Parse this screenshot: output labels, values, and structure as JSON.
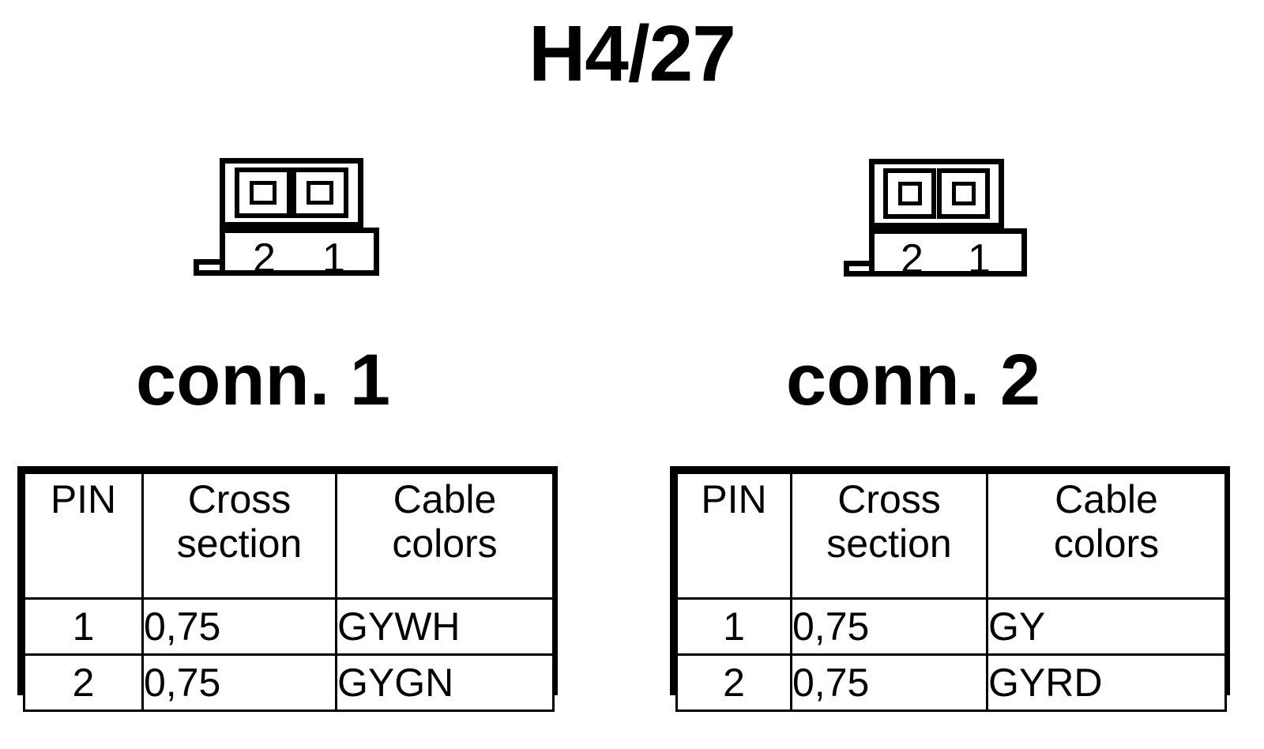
{
  "title": "H4/27",
  "connectors": [
    {
      "id": "conn1",
      "caption": "conn. 1",
      "symbol": {
        "pin_labels": [
          "2",
          "1"
        ],
        "cavity_count": 2
      },
      "table": {
        "headers": {
          "pin": "PIN",
          "cross_line1": "Cross",
          "cross_line2": "section",
          "colors_line1": "Cable",
          "colors_line2": "colors"
        },
        "rows": [
          {
            "pin": "1",
            "cross_section": "0,75",
            "cable_colors": "GYWH"
          },
          {
            "pin": "2",
            "cross_section": "0,75",
            "cable_colors": "GYGN"
          }
        ]
      }
    },
    {
      "id": "conn2",
      "caption": "conn. 2",
      "symbol": {
        "pin_labels": [
          "2",
          "1"
        ],
        "cavity_count": 2
      },
      "table": {
        "headers": {
          "pin": "PIN",
          "cross_line1": "Cross",
          "cross_line2": "section",
          "colors_line1": "Cable",
          "colors_line2": "colors"
        },
        "rows": [
          {
            "pin": "1",
            "cross_section": "0,75",
            "cable_colors": "GY"
          },
          {
            "pin": "2",
            "cross_section": "0,75",
            "cable_colors": "GYRD"
          }
        ]
      }
    }
  ],
  "colors": {
    "ink": "#000000",
    "paper": "#ffffff"
  }
}
